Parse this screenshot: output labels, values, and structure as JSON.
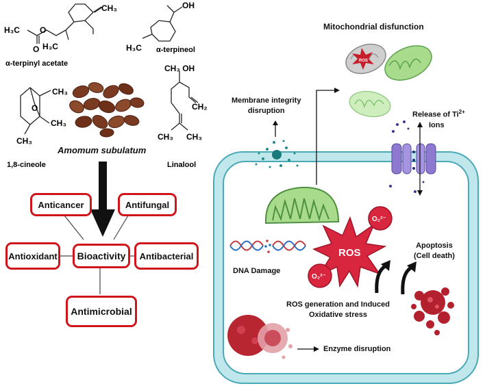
{
  "chemicals": {
    "terpinyl_acetate": {
      "name": "α-terpinyl acetate",
      "formula_left": "H₃C",
      "methyl": "CH₃",
      "h3c_bottom": "H₃C"
    },
    "terpineol": {
      "name": "α-terpineol",
      "oh": "OH",
      "h3c": "H₃C"
    },
    "cineole": {
      "name": "1,8-cineole",
      "ch3_top": "CH₃",
      "ch3_right": "CH₃",
      "o": "O",
      "ch3_bottom": "CH₃"
    },
    "linalool": {
      "name": "Linalool",
      "ch3oh": "CH₃ OH",
      "ch2": "CH₂",
      "ch3_left": "CH₃",
      "ch3_right": "CH₃"
    }
  },
  "plant_label": "Amomum subulatum",
  "bioactivity": {
    "center": "Bioactivity",
    "items": [
      "Anticancer",
      "Antifungal",
      "Antioxidant",
      "Antibacterial",
      "Antimicrobial"
    ]
  },
  "cell_labels": {
    "mitochondrial": "Mitochondrial disfunction",
    "membrane_line1": "Membrane integrity",
    "membrane_line2": "disruption",
    "release_line1": "Release of Ti",
    "release_sup": "2+",
    "release_line2": "Ions",
    "dna": "DNA Damage",
    "ros": "ROS",
    "ros_badge": "ROS",
    "superoxide": "O₂²⁻",
    "apoptosis_line1": "Apoptosis",
    "apoptosis_line2": "(Cell death)",
    "ros_gen_line1": "ROS generation and Induced",
    "ros_gen_line2": "Oxidative stress",
    "enzyme": "Enzyme disruption"
  },
  "colors": {
    "box_border": "#d0141c",
    "cell_membrane": "#7cc5cf",
    "cell_fill": "#ffffff",
    "mito": "#7fc27a",
    "ros": "#d7263d"
  }
}
